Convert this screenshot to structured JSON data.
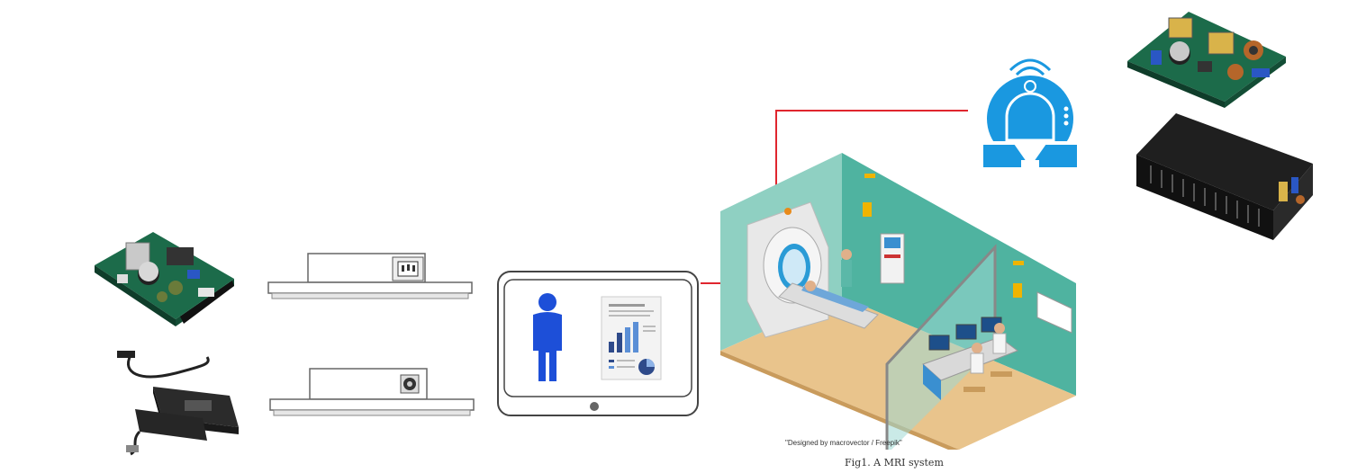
{
  "figure": {
    "caption": "Fig1. A MRI system",
    "credit": "\"Designed by macrovector / Freepik\""
  },
  "colors": {
    "connector_line": "#e0262e",
    "scanner_blue": "#1a98e0",
    "figure_blue": "#1d4fd8",
    "wall_teal": "#4fb3a0",
    "floor_tan": "#e9c48c"
  },
  "icons": {
    "open_frame_psu_small": "open-frame-power-supply",
    "external_adapter": "external-power-adapter",
    "panel_ac_inlet": "ac-inlet-panel",
    "panel_dc_jack": "dc-jack-panel",
    "tablet": "medical-tablet",
    "patient": "person-icon",
    "report": "report-document-icon",
    "mri_scanner": "mri-scanner-icon",
    "open_frame_psu_large": "open-frame-power-supply-large",
    "enclosed_psu": "enclosed-power-supply",
    "room": "mri-room-illustration"
  }
}
